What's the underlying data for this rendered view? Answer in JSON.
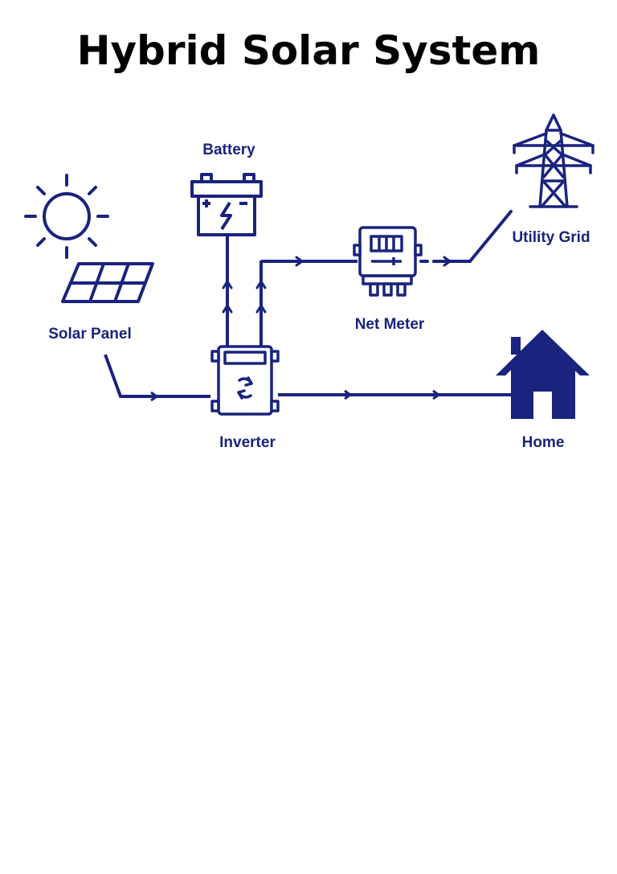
{
  "title": "Hybrid Solar System",
  "labels": {
    "battery": "Battery",
    "solar_panel": "Solar Panel",
    "net_meter": "Net Meter",
    "utility_grid": "Utility Grid",
    "inverter": "Inverter",
    "home": "Home"
  },
  "colors": {
    "diagram": "#1a237e",
    "title": "#000000"
  },
  "icons": [
    "sun-icon",
    "solar-panel-icon",
    "battery-icon",
    "inverter-icon",
    "net-meter-icon",
    "transmission-tower-icon",
    "house-icon"
  ]
}
